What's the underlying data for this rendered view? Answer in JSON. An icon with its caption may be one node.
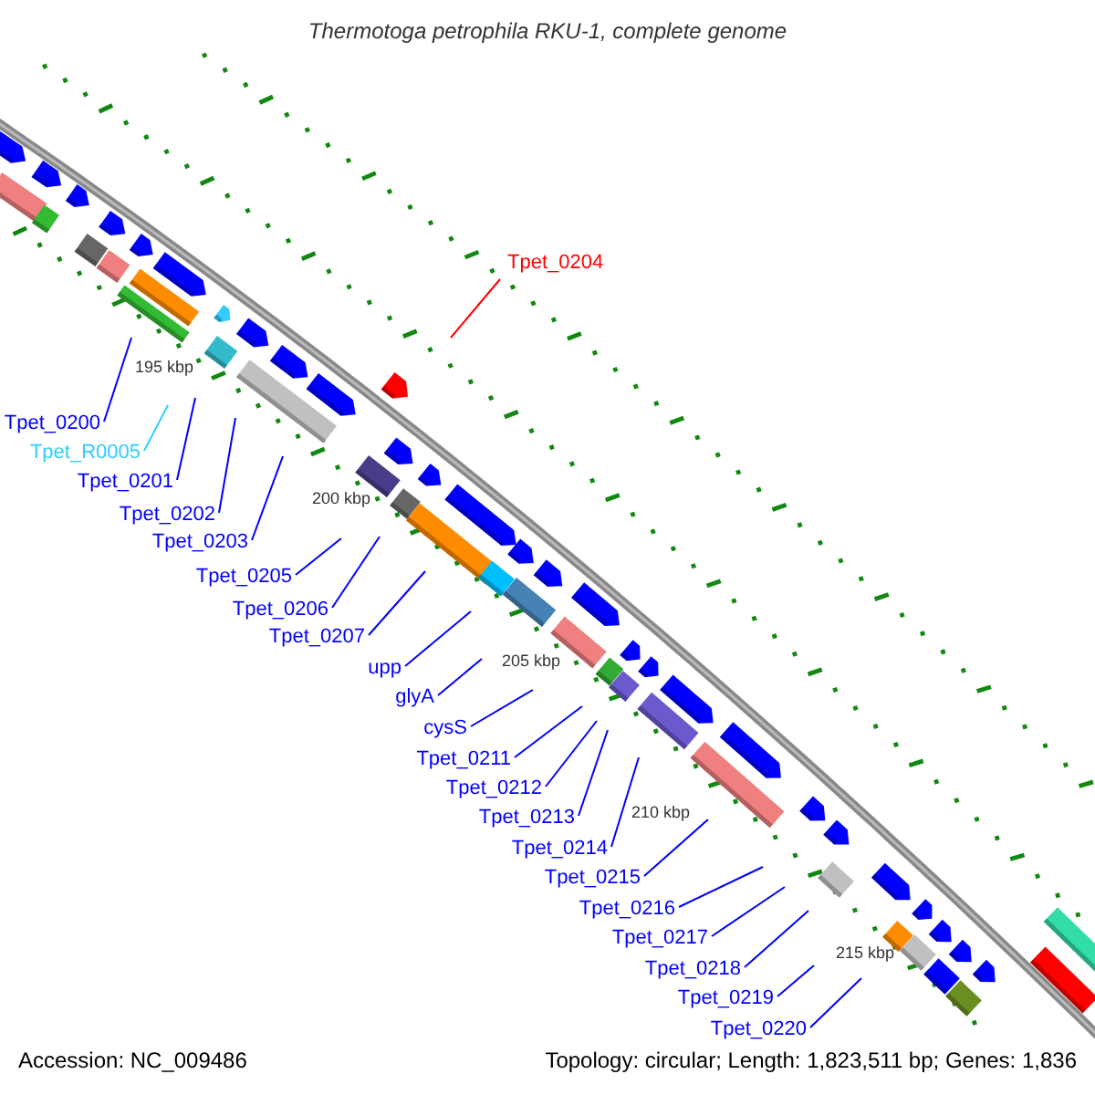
{
  "diagram": {
    "title": "Thermotoga petrophila RKU-1, complete genome",
    "nodes": [
      {
        "text": [
          "Tpet_0204"
        ]
      },
      {
        "text": [
          "Tpet_0200"
        ]
      },
      {
        "text": [
          "Tpet_R0005"
        ]
      },
      {
        "text": [
          "Tpet_0201"
        ]
      },
      {
        "text": [
          "Tpet_0202"
        ]
      },
      {
        "text": [
          "Tpet_0203"
        ]
      },
      {
        "text": [
          "Tpet_0205"
        ]
      },
      {
        "text": [
          "Tpet_0206"
        ]
      },
      {
        "text": [
          "Tpet_0207"
        ]
      },
      {
        "text": [
          "upp"
        ]
      },
      {
        "text": [
          "glyA"
        ]
      },
      {
        "text": [
          "cysS"
        ]
      },
      {
        "text": [
          "Tpet_0211"
        ]
      },
      {
        "text": [
          "Tpet_0212"
        ]
      },
      {
        "text": [
          "Tpet_0213"
        ]
      },
      {
        "text": [
          "Tpet_0214"
        ]
      },
      {
        "text": [
          "Tpet_0215"
        ]
      },
      {
        "text": [
          "Tpet_0216"
        ]
      },
      {
        "text": [
          "Tpet_0217"
        ]
      },
      {
        "text": [
          "Tpet_0218"
        ]
      },
      {
        "text": [
          "Tpet_0219"
        ]
      },
      {
        "text": [
          "Tpet_0220"
        ]
      }
    ],
    "edges": [
      {
        "from": 0,
        "to": null,
        "arrow": "none",
        "color": "#ff0000"
      },
      {
        "from": 1,
        "to": null,
        "arrow": "none"
      },
      {
        "from": 2,
        "to": null,
        "arrow": "none",
        "color": "#33ccff"
      },
      {
        "from": 3,
        "to": null,
        "arrow": "none"
      },
      {
        "from": 4,
        "to": null,
        "arrow": "none"
      },
      {
        "from": 5,
        "to": null,
        "arrow": "none"
      },
      {
        "from": 6,
        "to": null,
        "arrow": "none"
      },
      {
        "from": 7,
        "to": null,
        "arrow": "none"
      },
      {
        "from": 8,
        "to": null,
        "arrow": "none"
      },
      {
        "from": 9,
        "to": null,
        "arrow": "none"
      },
      {
        "from": 10,
        "to": null,
        "arrow": "none"
      },
      {
        "from": 11,
        "to": null,
        "arrow": "none"
      },
      {
        "from": 12,
        "to": null,
        "arrow": "none"
      },
      {
        "from": 13,
        "to": null,
        "arrow": "none"
      },
      {
        "from": 14,
        "to": null,
        "arrow": "none"
      },
      {
        "from": 15,
        "to": null,
        "arrow": "none"
      },
      {
        "from": 16,
        "to": null,
        "arrow": "none"
      },
      {
        "from": 17,
        "to": null,
        "arrow": "none"
      },
      {
        "from": 18,
        "to": null,
        "arrow": "none"
      },
      {
        "from": 19,
        "to": null,
        "arrow": "none"
      },
      {
        "from": 20,
        "to": null,
        "arrow": "none"
      },
      {
        "from": 21,
        "to": null,
        "arrow": "none"
      }
    ],
    "labels": [
      "195 kbp",
      "200 kbp",
      "205 kbp",
      "210 kbp",
      "215 kbp",
      "Accession: NC_009486",
      "Topology: circular; Length: 1,823,511 bp; Genes: 1,836"
    ]
  }
}
